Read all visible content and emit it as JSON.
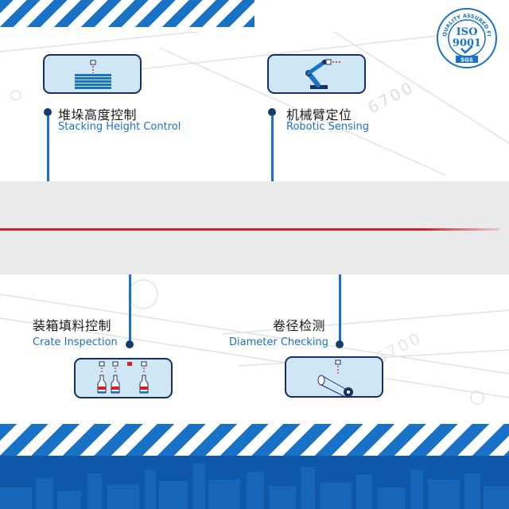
{
  "features": {
    "stacking": {
      "cn": "堆垛高度控制",
      "en": "Stacking Height Control"
    },
    "robotic": {
      "cn": "机械臂定位",
      "en": "Robotic Sensing"
    },
    "crate": {
      "cn": "装箱填料控制",
      "en": "Crate Inspection"
    },
    "diameter": {
      "cn": "卷径检测",
      "en": "Diameter Checking"
    }
  },
  "watermark": {
    "number1": "6700",
    "number2": "6700"
  },
  "badge": {
    "ring_text": "QUALITY ASSURED FIRM",
    "standard": "ISO",
    "number": "9001",
    "certifier": "SGS"
  },
  "icons": {
    "stacking": "stacked-plates-sensor-icon",
    "robotic": "robot-arm-laser-icon",
    "crate": "bottles-sensors-icon",
    "diameter": "roll-diameter-sensor-icon"
  },
  "colors": {
    "brand_blue": "#1a72c7",
    "dark_navy": "#1a2f5e",
    "laser_red": "#d4202a",
    "card_fill": "#cfe6f5",
    "band_grey": "#eaeaea"
  }
}
